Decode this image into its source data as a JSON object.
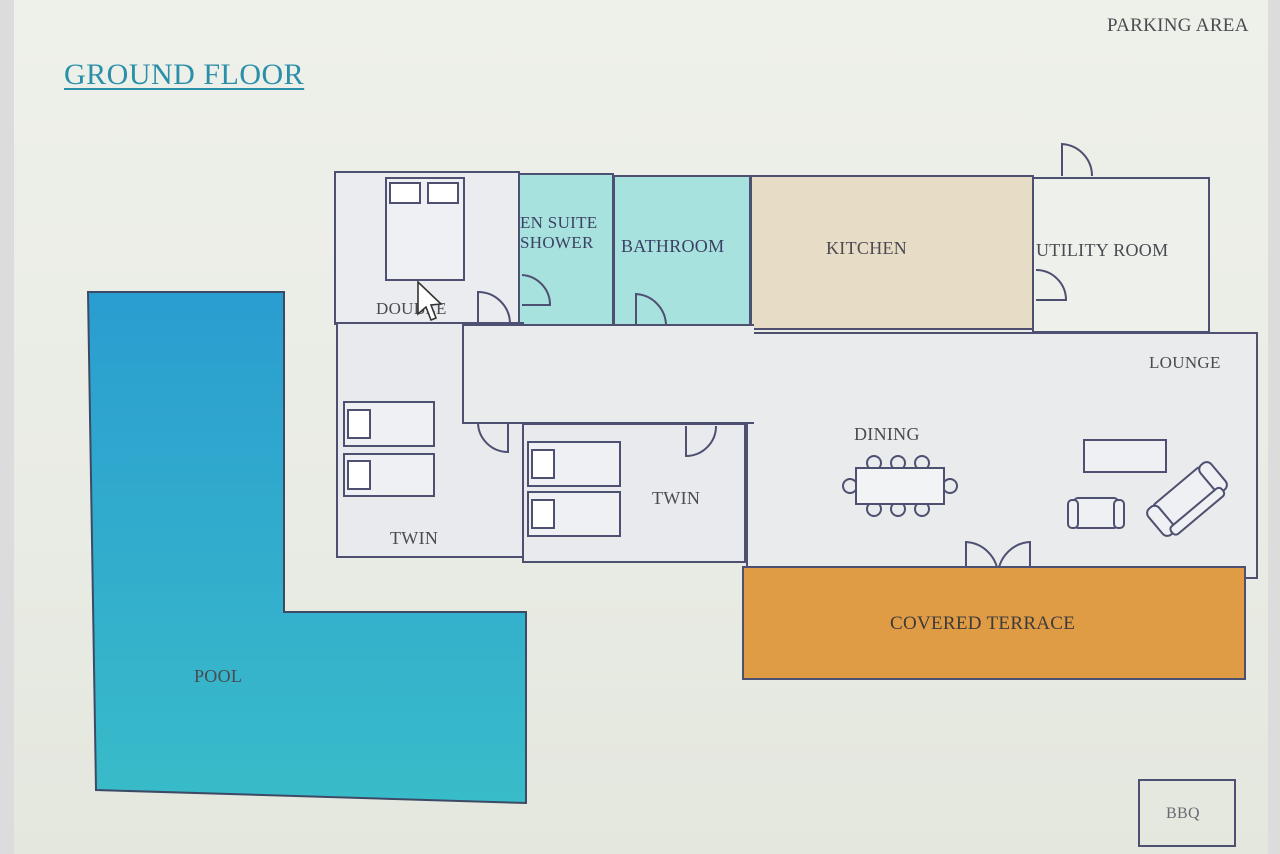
{
  "plan": {
    "title": "GROUND FLOOR",
    "parking_area": "PARKING AREA",
    "rooms": {
      "double": "DOUBLE",
      "en_suite_line1": "EN SUITE",
      "en_suite_line2": "SHOWER",
      "bathroom": "BATHROOM",
      "kitchen": "KITCHEN",
      "utility_room": "UTILITY ROOM",
      "lounge": "LOUNGE",
      "dining": "DINING",
      "twin_left": "TWIN",
      "twin_center": "TWIN",
      "covered_terrace": "COVERED TERRACE",
      "pool": "POOL",
      "bbq": "BBQ"
    }
  },
  "colors": {
    "pool": "#2aa3c8",
    "wet_rooms": "#a7e2df",
    "kitchen": "#e7dcc6",
    "terrace": "#df9c45",
    "walls": "#4d5070",
    "title": "#2a8fa8"
  }
}
